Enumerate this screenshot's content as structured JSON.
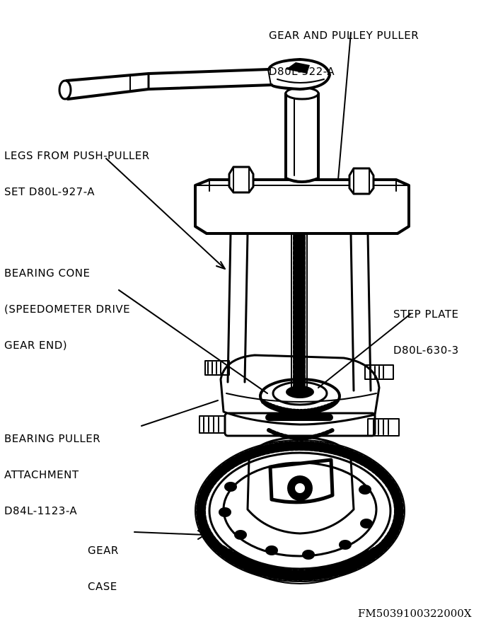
{
  "diagram": {
    "labels": {
      "gear_pulley_puller": {
        "line1": "GEAR AND PULLEY PULLER",
        "line2": "D80L-522-A"
      },
      "legs": {
        "line1": "LEGS FROM PUSH-PULLER",
        "line2": "SET D80L-927-A"
      },
      "bearing_cone": {
        "line1": "BEARING CONE",
        "line2": "(SPEEDOMETER DRIVE",
        "line3": "GEAR END)"
      },
      "step_plate": {
        "line1": "STEP PLATE",
        "line2": "D80L-630-3"
      },
      "bearing_puller": {
        "line1": "BEARING PULLER",
        "line2": "ATTACHMENT",
        "line3": "D84L-1123-A"
      },
      "gear_case": {
        "line1": "GEAR",
        "line2": "CASE"
      }
    },
    "figure_code": "FM5039100322000X"
  },
  "colors": {
    "ink": "#000000",
    "paper": "#ffffff"
  }
}
